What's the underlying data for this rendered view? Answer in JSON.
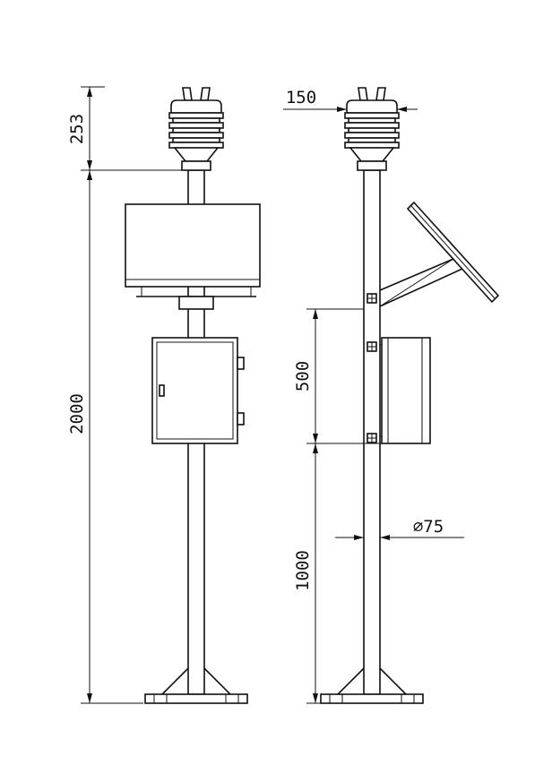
{
  "dimensions": {
    "sensor_height": "253",
    "total_height": "2000",
    "sensor_width": "150",
    "upper_section": "500",
    "lower_section": "1000",
    "pole_diameter": "∅75"
  }
}
